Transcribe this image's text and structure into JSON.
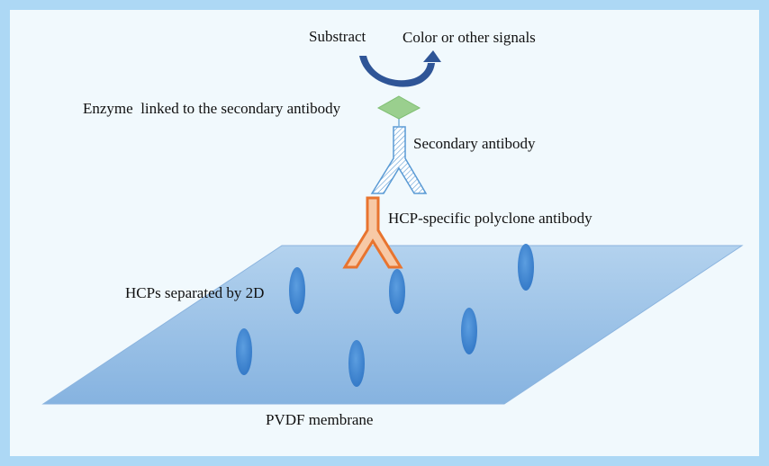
{
  "labels": {
    "substract": "Substract",
    "signal": "Color or other signals",
    "enzyme": "Enzyme  linked to the secondary antibody",
    "secondary": "Secondary antibody",
    "primary": "HCP-specific polyclone antibody",
    "hcps": "HCPs separated by 2D",
    "membrane": "PVDF membrane"
  },
  "colors": {
    "frame": "#ADD8F5",
    "background": "#F1F9FD",
    "membrane_top": "#B3D2EE",
    "membrane_bottom": "#86B3E0",
    "spot": "#3F87D3",
    "primary_fill": "#F7C9A6",
    "primary_stroke": "#E8742F",
    "secondary_stroke": "#5B9BD5",
    "enzyme_fill": "#9ACF8E",
    "arrow": "#2F5597"
  },
  "icons": [
    "curved-arrow-icon",
    "enzyme-diamond-icon",
    "secondary-antibody-icon",
    "primary-antibody-icon",
    "hcp-spot-icon"
  ]
}
